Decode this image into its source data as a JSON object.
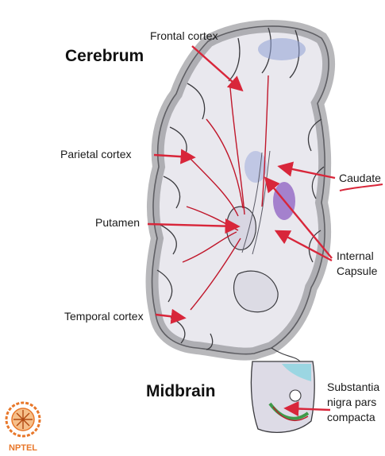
{
  "titles": {
    "cerebrum": "Cerebrum",
    "midbrain": "Midbrain"
  },
  "labels": {
    "frontal_cortex": "Frontal cortex",
    "parietal_cortex": "Parietal cortex",
    "putamen": "Putamen",
    "temporal_cortex": "Temporal cortex",
    "caudate": "Caudate",
    "internal_capsule_1": "Internal",
    "internal_capsule_2": "Capsule",
    "substantia_1": "Substantia",
    "substantia_2": "nigra pars",
    "substantia_3": "compacta"
  },
  "logo": {
    "text": "NPTEL"
  },
  "colors": {
    "arrow": "#d8263a",
    "pathway": "#c0172b",
    "cortex_gray": "#7d7d83",
    "white_matter": "#e9e8ee",
    "blue_tint": "#8fa0d6",
    "purple_tint": "#8c5fc2",
    "logo_orange": "#e8772a"
  },
  "icons": [
    "nptel-logo-icon"
  ]
}
